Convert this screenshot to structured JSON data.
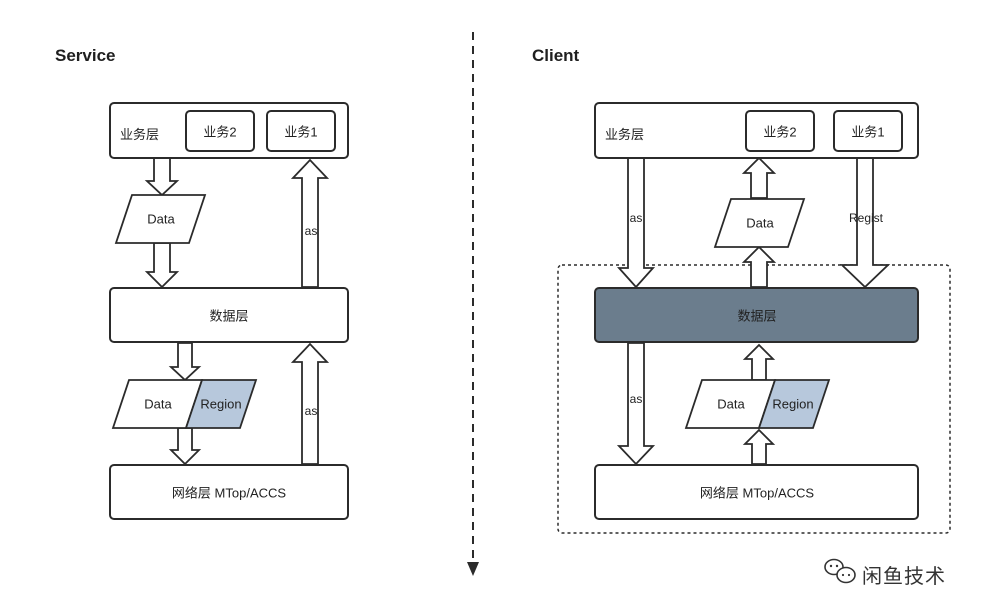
{
  "service": {
    "title": "Service",
    "biz_layer": "业务层",
    "biz2": "业务2",
    "biz1": "业务1",
    "data_parallelogram": "Data",
    "data_layer": "数据层",
    "data2": "Data",
    "region": "Region",
    "network_layer": "网络层 MTop/ACCS",
    "arrow_label_top": "as",
    "arrow_label_bottom": "as"
  },
  "client": {
    "title": "Client",
    "biz_layer": "业务层",
    "biz2": "业务2",
    "biz1": "业务1",
    "data_parallelogram": "Data",
    "data_layer": "数据层",
    "data2": "Data",
    "region": "Region",
    "network_layer": "网络层 MTop/ACCS",
    "arrow_label_left": "as",
    "arrow_label_regist": "Regist",
    "arrow_label_bottom": "as"
  },
  "watermark": "闲鱼技术",
  "colors": {
    "region_fill": "#b7c8dc",
    "data_layer_client_fill": "#6b7d8d",
    "stroke": "#2b2b2b"
  }
}
